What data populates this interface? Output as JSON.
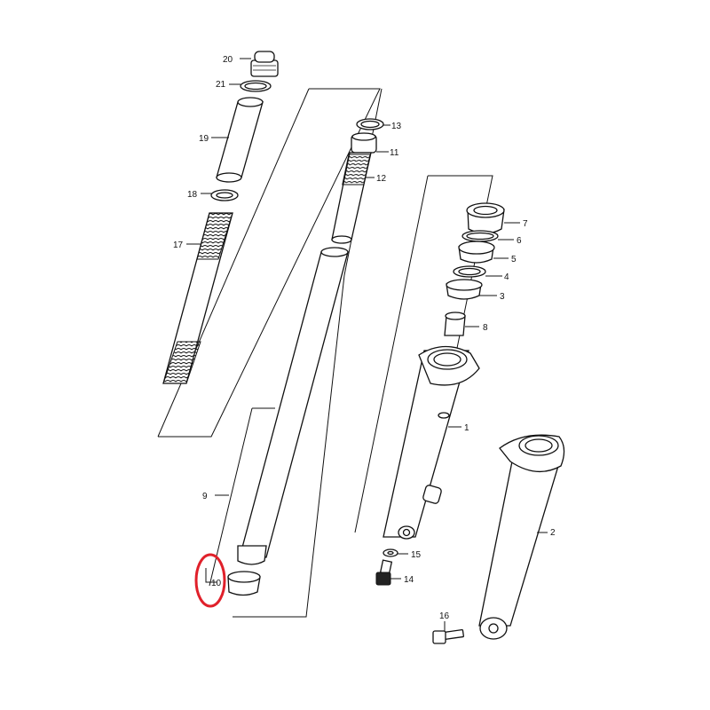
{
  "parts": [
    {
      "number": "1"
    },
    {
      "number": "2"
    },
    {
      "number": "3"
    },
    {
      "number": "4"
    },
    {
      "number": "5"
    },
    {
      "number": "6"
    },
    {
      "number": "7"
    },
    {
      "number": "8"
    },
    {
      "number": "9"
    },
    {
      "number": "10"
    },
    {
      "number": "11"
    },
    {
      "number": "12"
    },
    {
      "number": "13"
    },
    {
      "number": "14"
    },
    {
      "number": "15"
    },
    {
      "number": "16"
    },
    {
      "number": "17"
    },
    {
      "number": "18"
    },
    {
      "number": "19"
    },
    {
      "number": "20"
    },
    {
      "number": "21"
    }
  ],
  "highlight": {
    "part": "10",
    "color": "#e0202a"
  },
  "colors": {
    "ink": "#111111",
    "background": "#ffffff"
  }
}
